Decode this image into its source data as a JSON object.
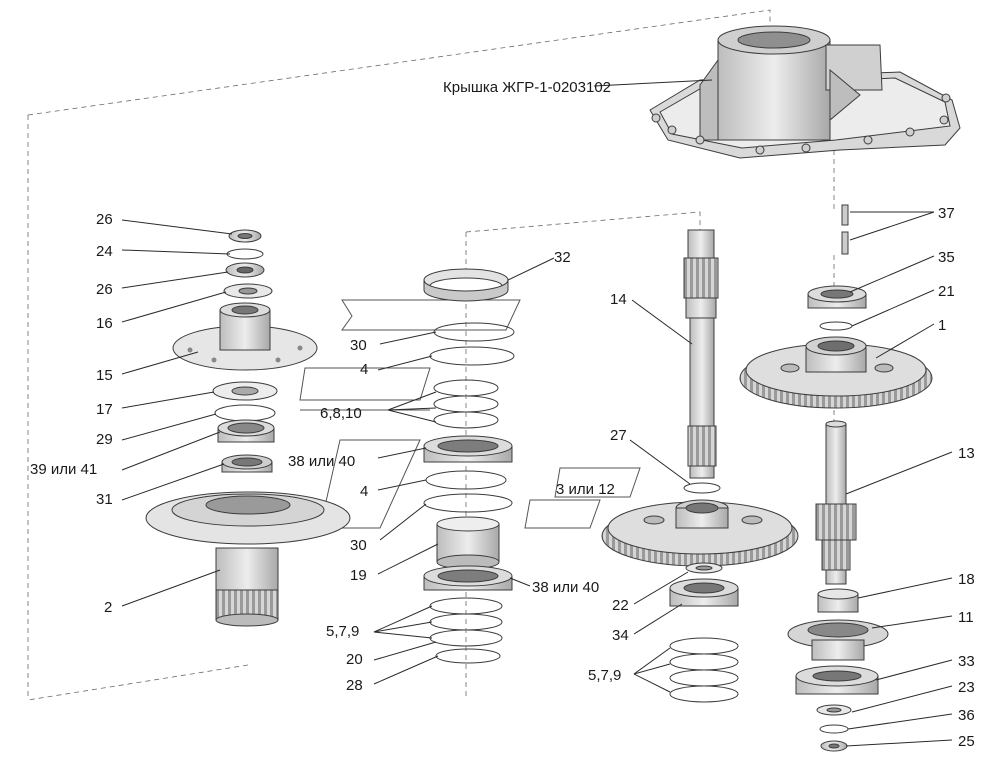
{
  "title": "Крышка ЖГР-1-0203102",
  "callouts": {
    "c1": "1",
    "c2": "2",
    "c4a": "4",
    "c4b": "4",
    "c11": "11",
    "c13": "13",
    "c14": "14",
    "c15": "15",
    "c16": "16",
    "c17": "17",
    "c18": "18",
    "c19": "19",
    "c20": "20",
    "c21": "21",
    "c22": "22",
    "c23": "23",
    "c24": "24",
    "c25": "25",
    "c26a": "26",
    "c26b": "26",
    "c27": "27",
    "c28": "28",
    "c29": "29",
    "c30a": "30",
    "c30b": "30",
    "c31": "31",
    "c32": "32",
    "c33": "33",
    "c34": "34",
    "c35": "35",
    "c36": "36",
    "c37": "37",
    "c6810": "6,8,10",
    "c3812": "3 или 12",
    "c3941": "39 или 41",
    "c3840a": "38 или 40",
    "c3840b": "38 или 40",
    "c579a": "5,7,9",
    "c579b": "5,7,9"
  }
}
